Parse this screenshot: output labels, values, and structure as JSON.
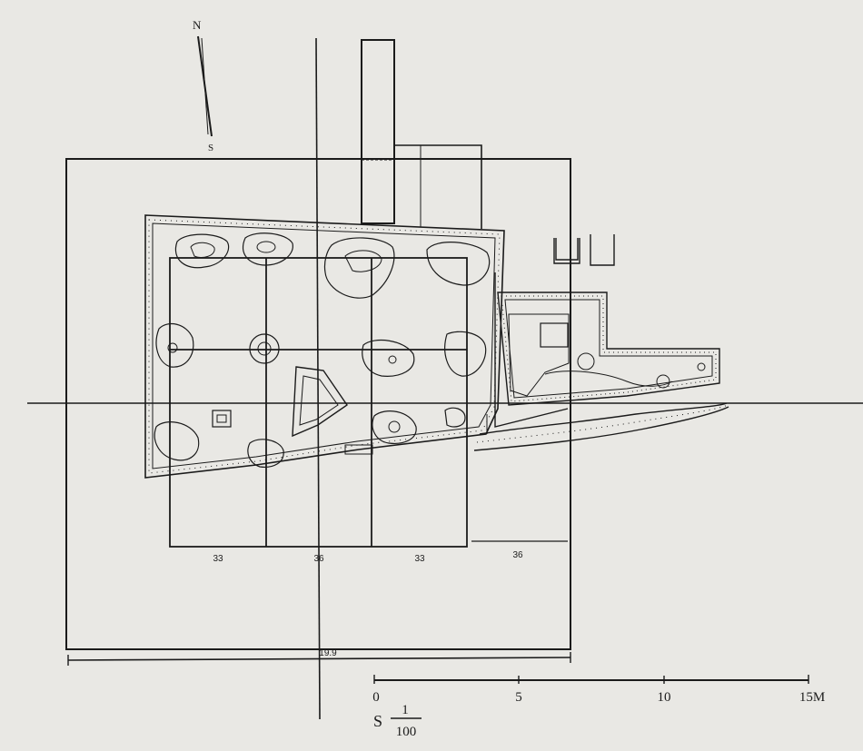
{
  "north_arrow": {
    "top_label": "N",
    "bottom_label": "S"
  },
  "column_labels": [
    {
      "text": "33"
    },
    {
      "text": "36"
    },
    {
      "text": "33"
    },
    {
      "text": "36"
    }
  ],
  "total_width_label": "19.9",
  "scale_bar": {
    "unit": "M",
    "ticks": [
      "0",
      "5",
      "10",
      "15M"
    ],
    "ratio_prefix": "S",
    "ratio_numerator": "1",
    "ratio_denominator": "100"
  },
  "colors": {
    "ink": "#1b1b1b",
    "paper": "#e9e8e4"
  }
}
